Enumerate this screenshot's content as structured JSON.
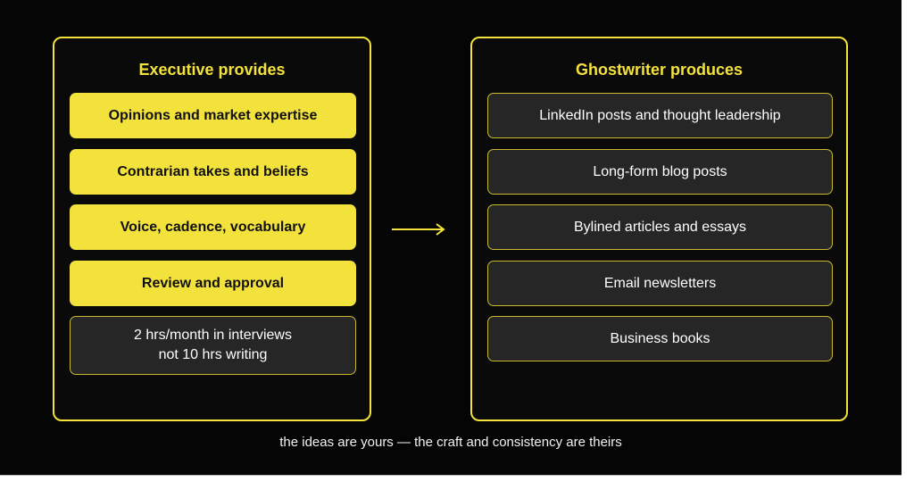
{
  "colors": {
    "background": "#050505",
    "accent_yellow": "#f4e23c",
    "dark_box": "#262626",
    "text_light": "#ffffff"
  },
  "executive": {
    "title": "Executive provides",
    "items": [
      "Opinions and market expertise",
      "Contrarian takes and beliefs",
      "Voice, cadence, vocabulary",
      "Review and approval"
    ],
    "note": {
      "line1": "2 hrs/month in interviews",
      "line2": "not 10 hrs writing"
    }
  },
  "arrow_icon": "right-arrow-icon",
  "ghostwriter": {
    "title": "Ghostwriter produces",
    "items": [
      "LinkedIn posts and thought leadership",
      "Long-form blog posts",
      "Bylined articles and essays",
      "Email newsletters",
      "Business books"
    ]
  },
  "footer": {
    "caption": "the ideas are yours — the craft and consistency are theirs"
  }
}
